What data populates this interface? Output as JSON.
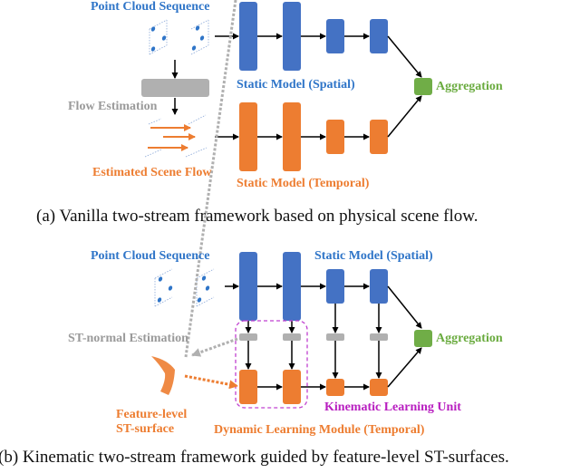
{
  "panel_a": {
    "labels": {
      "point_cloud": "Point Cloud Sequence",
      "flow_estimation": "Flow Estimation",
      "estimated_scene_flow": "Estimated Scene Flow",
      "static_spatial": "Static Model (Spatial)",
      "static_temporal": "Static Model (Temporal)",
      "aggregation": "Aggregation"
    },
    "caption": "(a) Vanilla two-stream framework based on physical scene flow."
  },
  "panel_b": {
    "labels": {
      "point_cloud": "Point Cloud Sequence",
      "static_spatial": "Static Model (Spatial)",
      "st_normal": "ST-normal Estimation",
      "aggregation": "Aggregation",
      "feature_level_line1": "Feature-level",
      "feature_level_line2": "ST-surface",
      "kinematic_unit": "Kinematic Learning Unit",
      "dynamic_module": "Dynamic Learning Module (Temporal)"
    },
    "caption": "(b) Kinematic two-stream framework guided by feature-level ST-surfaces."
  },
  "colors": {
    "blue": "#4472c4",
    "orange": "#ed7d31",
    "gray": "#b0b0b0",
    "green": "#70ad47",
    "purple": "#c040d0",
    "blue_text": "#2f75c8",
    "orange_text": "#ed7d31"
  }
}
